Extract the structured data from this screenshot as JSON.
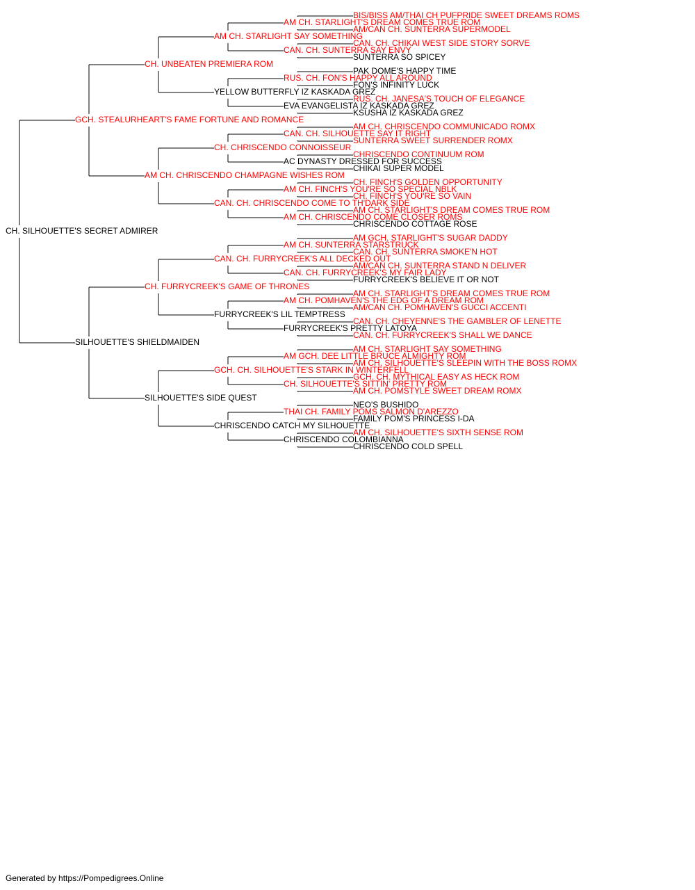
{
  "colors": {
    "champion": "#ff0000",
    "plain": "#000000",
    "line": "#000000"
  },
  "pedigree": {
    "name": "CH. SILHOUETTE'S SECRET ADMIRER",
    "champion": false,
    "sire": {
      "name": "GCH. STEALURHEART'S FAME FORTUNE AND ROMANCE",
      "champion": true,
      "sire": {
        "name": "CH. UNBEATEN PREMIERA ROM",
        "champion": true,
        "sire": {
          "name": "AM CH. STARLIGHT SAY SOMETHING",
          "champion": true,
          "sire": {
            "name": "AM CH. STARLIGHT'S DREAM COMES TRUE ROM",
            "champion": true,
            "sire": {
              "name": "BIS/BISS AM/THAI CH PUFPRIDE SWEET DREAMS ROMS",
              "champion": true
            },
            "dam": {
              "name": "AM/CAN CH. SUNTERRA SUPERMODEL",
              "champion": true
            }
          },
          "dam": {
            "name": "CAN. CH. SUNTERRA SAY ENVY",
            "champion": true,
            "sire": {
              "name": "CAN. CH. CHIKAI WEST SIDE STORY SORVE",
              "champion": true
            },
            "dam": {
              "name": "SUNTERRA SO SPICEY",
              "champion": false
            }
          }
        },
        "dam": {
          "name": "YELLOW BUTTERFLY IZ KASKADA GREZ",
          "champion": false,
          "sire": {
            "name": "RUS. CH. FON'S HAPPY ALL AROUND",
            "champion": true,
            "sire": {
              "name": "PAK DOME'S HAPPY TIME",
              "champion": false
            },
            "dam": {
              "name": "FON'S INFINITY LUCK",
              "champion": false
            }
          },
          "dam": {
            "name": "EVA EVANGELISTA IZ KASKADA GREZ",
            "champion": false,
            "sire": {
              "name": "RUS. CH. JANESA'S TOUCH OF ELEGANCE",
              "champion": true
            },
            "dam": {
              "name": "KSUSHA IZ KASKADA GREZ",
              "champion": false
            }
          }
        }
      },
      "dam": {
        "name": "AM CH. CHRISCENDO CHAMPAGNE WISHES ROM",
        "champion": true,
        "sire": {
          "name": "CH. CHRISCENDO CONNOISSEUR",
          "champion": true,
          "sire": {
            "name": "CAN. CH. SILHOUETTE SAY IT RIGHT",
            "champion": true,
            "sire": {
              "name": "AM CH. CHRISCENDO COMMUNICADO ROMX",
              "champion": true
            },
            "dam": {
              "name": "SUNTERRA SWEET SURRENDER ROMX",
              "champion": true
            }
          },
          "dam": {
            "name": "AC DYNASTY DRESSED FOR SUCCESS",
            "champion": false,
            "sire": {
              "name": "CHRISCENDO CONTINUUM ROM",
              "champion": true
            },
            "dam": {
              "name": "CHIKAI SUPER MODEL",
              "champion": false
            }
          }
        },
        "dam": {
          "name": "CAN. CH. CHRISCENDO COME TO TH'DARK SIDE",
          "champion": true,
          "sire": {
            "name": "AM CH. FINCH'S YOU'RE SO SPECIAL NBLK",
            "champion": true,
            "sire": {
              "name": "CH. FINCH'S GOLDEN OPPORTUNITY",
              "champion": true
            },
            "dam": {
              "name": "CH. FINCH'S YOU'RE SO VAIN",
              "champion": true
            }
          },
          "dam": {
            "name": "AM CH. CHRISCENDO COME CLOSER ROMS",
            "champion": true,
            "sire": {
              "name": "AM CH. STARLIGHT'S DREAM COMES TRUE ROM",
              "champion": true
            },
            "dam": {
              "name": "CHRISCENDO COTTAGE ROSE",
              "champion": false
            }
          }
        }
      }
    },
    "dam": {
      "name": "SILHOUETTE'S SHIELDMAIDEN",
      "champion": false,
      "sire": {
        "name": "CH. FURRYCREEK'S GAME OF THRONES",
        "champion": true,
        "sire": {
          "name": "CAN. CH. FURRYCREEK'S ALL DECKED OUT",
          "champion": true,
          "sire": {
            "name": "AM CH. SUNTERRA STARSTRUCK",
            "champion": true,
            "sire": {
              "name": "AM GCH. STARLIGHT'S SUGAR DADDY",
              "champion": true
            },
            "dam": {
              "name": "CAN. CH. SUNTERRA SMOKE'N HOT",
              "champion": true
            }
          },
          "dam": {
            "name": "CAN. CH. FURRYCREEK'S MY FAIR LADY",
            "champion": true,
            "sire": {
              "name": "AM/CAN CH. SUNTERRA STAND N DELIVER",
              "champion": true
            },
            "dam": {
              "name": "FURRYCREEK'S BELIEVE IT OR NOT",
              "champion": false
            }
          }
        },
        "dam": {
          "name": "FURRYCREEK'S LIL TEMPTRESS",
          "champion": false,
          "sire": {
            "name": "AM CH. POMHAVEN'S THE EDG OF A DREAM ROM",
            "champion": true,
            "sire": {
              "name": "AM CH. STARLIGHT'S DREAM COMES TRUE ROM",
              "champion": true
            },
            "dam": {
              "name": "AM/CAN CH. POMHAVEN'S GUCCI ACCENTI",
              "champion": true
            }
          },
          "dam": {
            "name": "FURRYCREEK'S PRETTY LATOYA",
            "champion": false,
            "sire": {
              "name": "CAN. CH. CHEYENNE'S THE GAMBLER OF LENETTE",
              "champion": true
            },
            "dam": {
              "name": "CAN. CH. FURRYCREEK'S SHALL WE DANCE",
              "champion": true
            }
          }
        }
      },
      "dam": {
        "name": "SILHOUETTE'S SIDE QUEST",
        "champion": false,
        "sire": {
          "name": "GCH. CH. SILHOUETTE'S STARK IN WINTERFELL",
          "champion": true,
          "sire": {
            "name": "AM GCH. DEE LITTLE BRUCE ALMIGHTY ROM",
            "champion": true,
            "sire": {
              "name": "AM CH. STARLIGHT SAY SOMETHING",
              "champion": true
            },
            "dam": {
              "name": "AM CH. SILHOUETTE'S SLEEPIN WITH THE BOSS ROMX",
              "champion": true
            }
          },
          "dam": {
            "name": "CH. SILHOUETTE'S SITTIN' PRETTY ROM",
            "champion": true,
            "sire": {
              "name": "GCH. CH. MYTHICAL EASY AS HECK ROM",
              "champion": true
            },
            "dam": {
              "name": "AM CH. POMSTYLE SWEET DREAM ROMX",
              "champion": true
            }
          }
        },
        "dam": {
          "name": "CHRISCENDO CATCH MY SILHOUETTE",
          "champion": false,
          "sire": {
            "name": "THAI CH. FAMILY POMS SALMON D'AREZZO",
            "champion": true,
            "sire": {
              "name": "NEO'S BUSHIDO",
              "champion": false
            },
            "dam": {
              "name": "FAMILY POM'S PRINCESS I-DA",
              "champion": false
            }
          },
          "dam": {
            "name": "CHRISCENDO COLOMBIANNA",
            "champion": false,
            "sire": {
              "name": "AM CH. SILHOUETTE'S SIXTH SENSE ROM",
              "champion": true
            },
            "dam": {
              "name": "CHRISCENDO COLD SPELL",
              "champion": false
            }
          }
        }
      }
    }
  },
  "footer": {
    "text": "Generated by https://Pompedigrees.Online"
  }
}
